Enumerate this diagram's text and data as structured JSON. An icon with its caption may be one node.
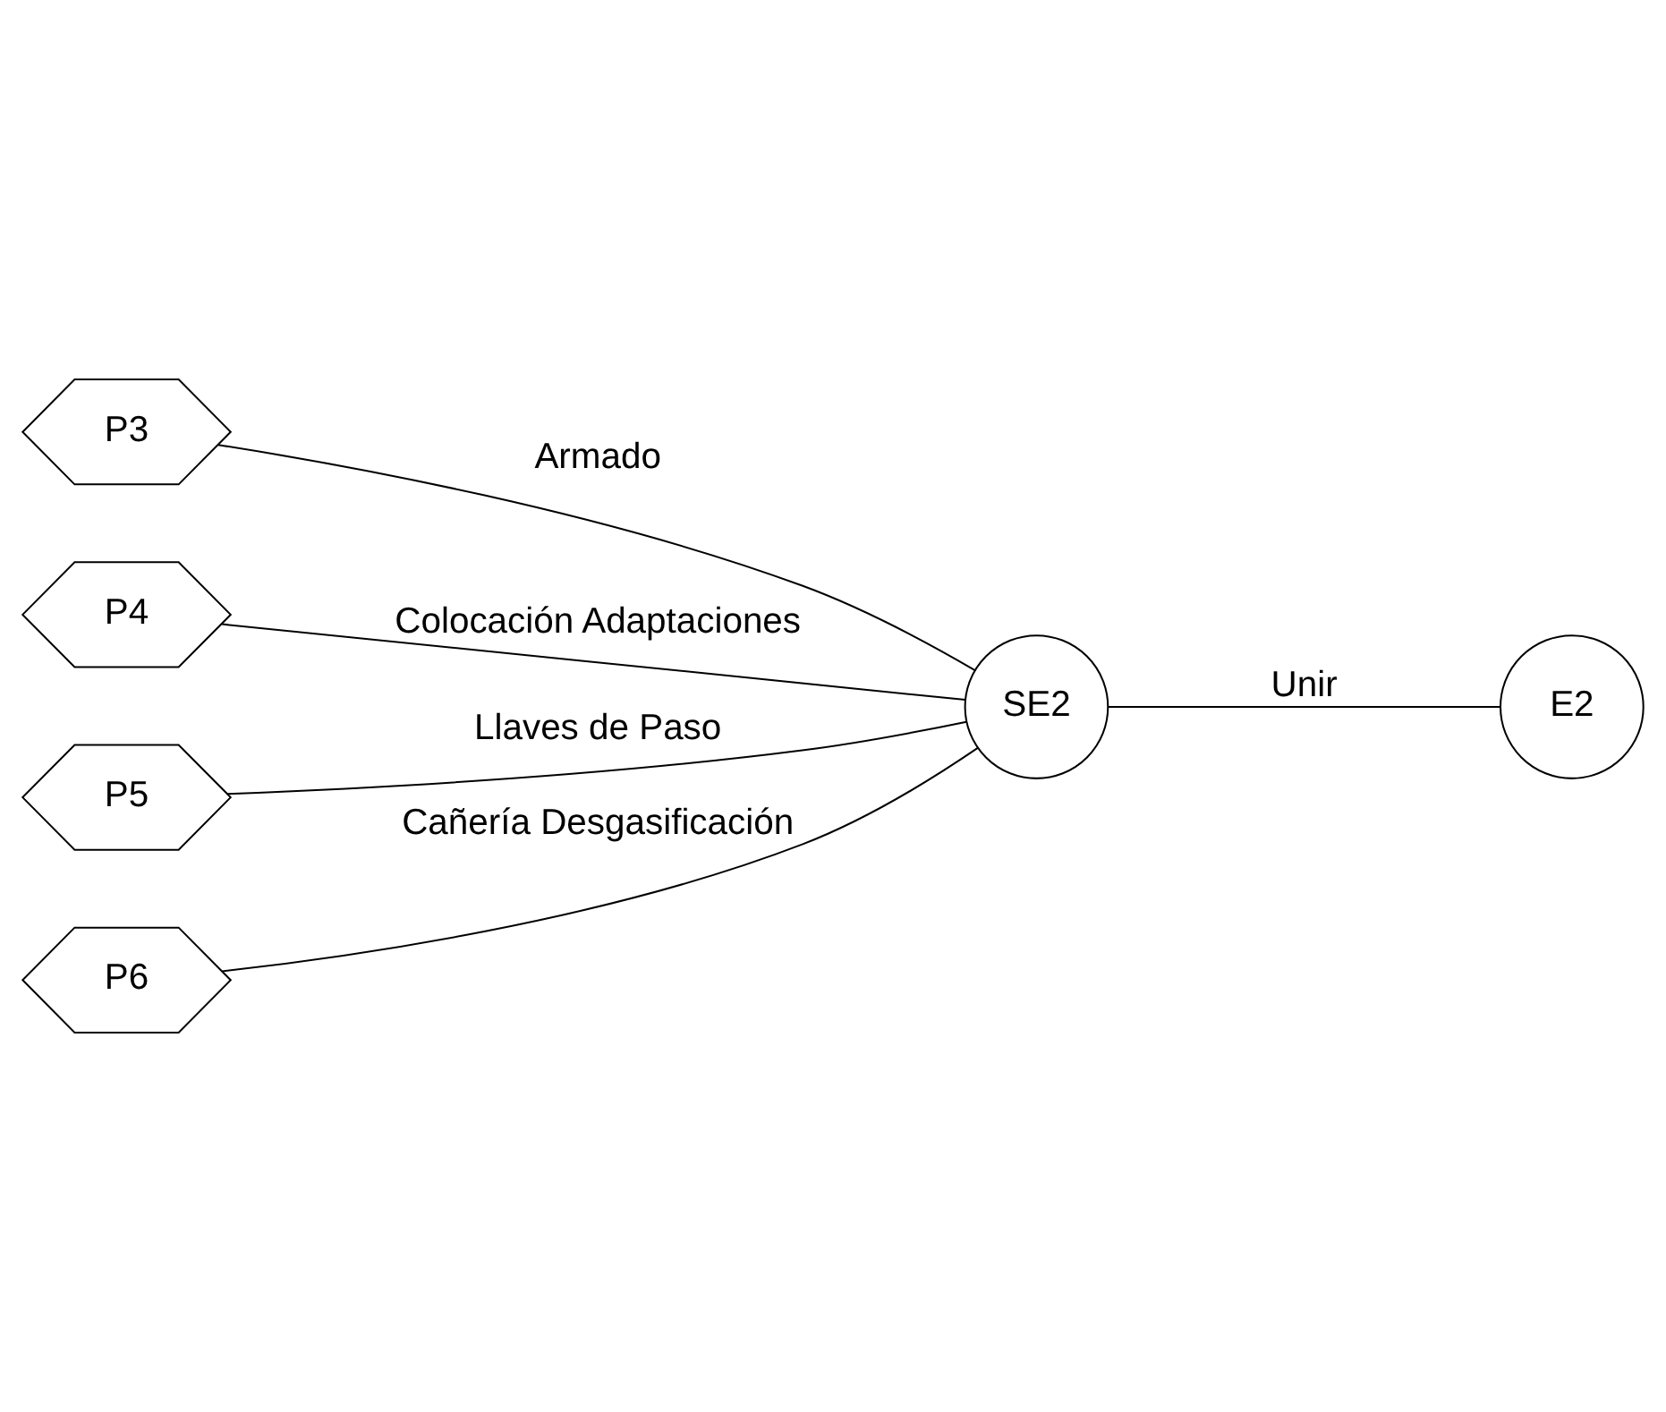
{
  "diagram": {
    "nodes": [
      {
        "text": [
          "P3"
        ]
      },
      {
        "text": [
          "P4"
        ]
      },
      {
        "text": [
          "P5"
        ]
      },
      {
        "text": [
          "P6"
        ]
      },
      {
        "text": [
          "SE2"
        ]
      },
      {
        "text": [
          "E2"
        ]
      }
    ],
    "edges": [
      {
        "from": 0,
        "to": 4,
        "arrow": "none",
        "label": "Armado"
      },
      {
        "from": 1,
        "to": 4,
        "arrow": "none",
        "label": "Colocación Adaptaciones"
      },
      {
        "from": 2,
        "to": 4,
        "arrow": "none",
        "label": "Llaves de Paso"
      },
      {
        "from": 3,
        "to": 4,
        "arrow": "none",
        "label": "Cañería Desgasificación"
      },
      {
        "from": 4,
        "to": 5,
        "arrow": "none",
        "label": "Unir"
      }
    ]
  }
}
